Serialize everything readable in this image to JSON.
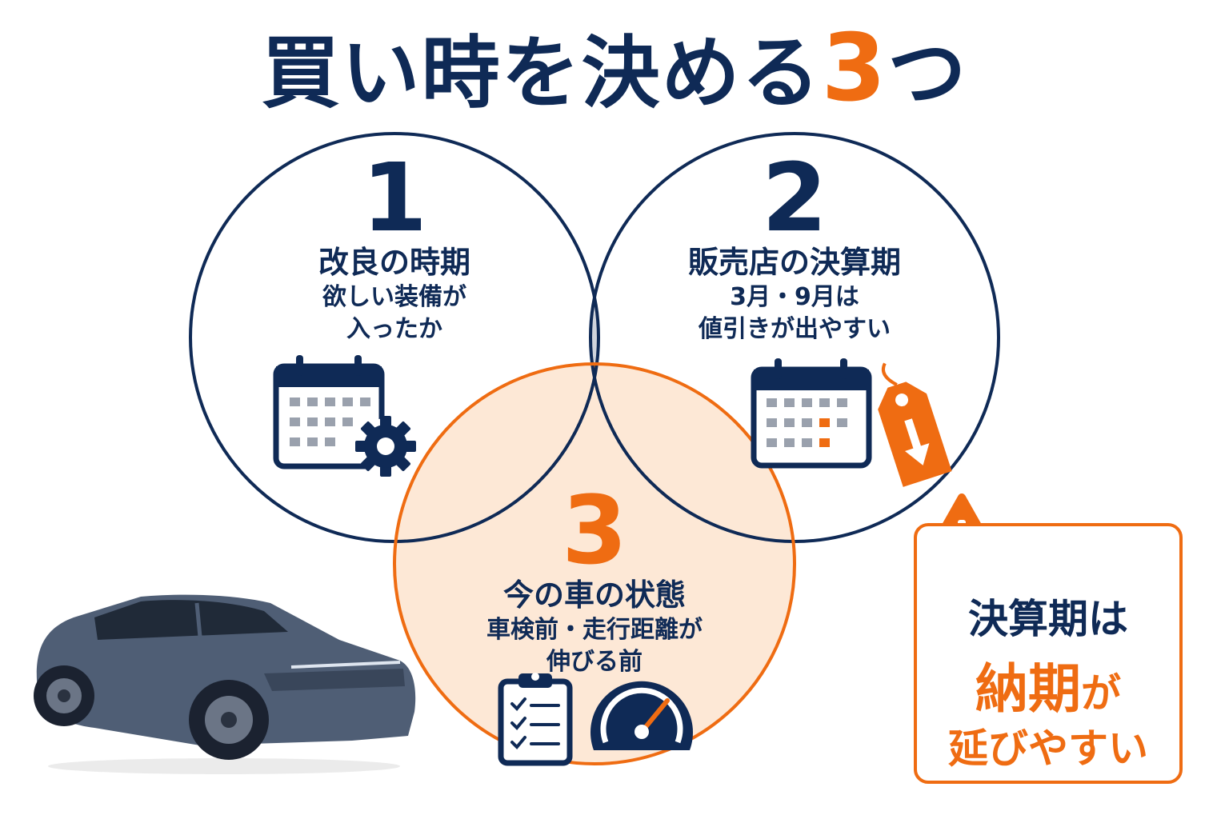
{
  "title": {
    "main": "買い時を決める",
    "accent": "3",
    "tail": "つ"
  },
  "factors": [
    {
      "number": "1",
      "heading": "改良の時期",
      "desc_line1": "欲しい装備が",
      "desc_line2": "入ったか",
      "icon": "calendar-gear-icon"
    },
    {
      "number": "2",
      "heading": "販売店の決算期",
      "desc_line1": "3月・9月は",
      "desc_line2": "値引きが出やすい",
      "icon": "calendar-price-tag-icon"
    },
    {
      "number": "3",
      "heading": "今の車の状態",
      "desc_line1": "車検前・走行距離が",
      "desc_line2": "伸びる前",
      "icon": "checklist-speedometer-icon"
    }
  ],
  "warning": {
    "icon": "warning-triangle-icon",
    "line1": "決算期は",
    "line2_em": "納期",
    "line2_rest": "が",
    "line3": "延びやすい"
  },
  "colors": {
    "navy": "#0f2a56",
    "orange": "#ef6c12",
    "peach": "#fde8d6",
    "gray": "#cfd3db"
  }
}
